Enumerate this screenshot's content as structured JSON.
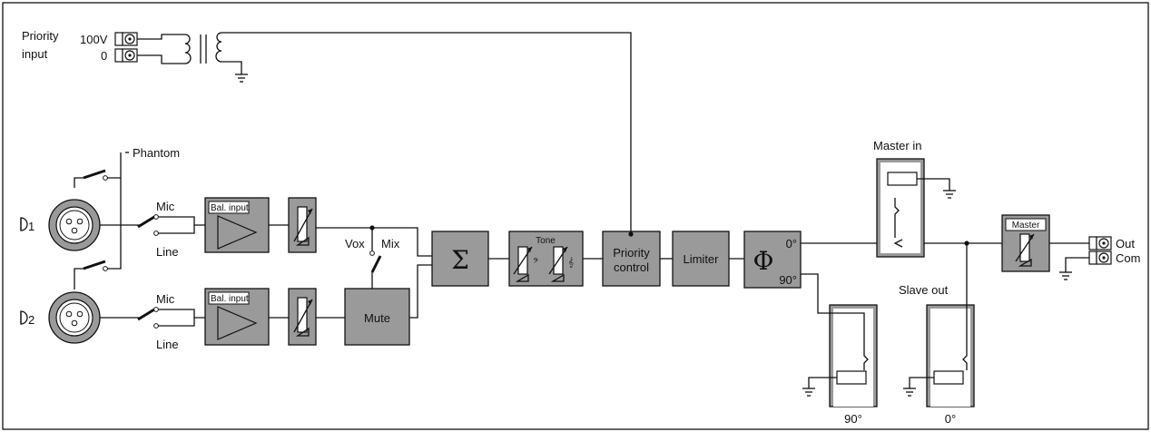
{
  "priority": {
    "title_line1": "Priority",
    "title_line2": "input",
    "terminal_hi": "100V",
    "terminal_lo": "0"
  },
  "phantom": "Phantom",
  "inputs": [
    {
      "number": "1",
      "mic": "Mic",
      "line": "Line",
      "bal_input": "Bal. input"
    },
    {
      "number": "2",
      "mic": "Mic",
      "line": "Line",
      "bal_input": "Bal. input"
    }
  ],
  "vox": "Vox",
  "mix": "Mix",
  "mute": "Mute",
  "sigma": "Σ",
  "tone": "Tone",
  "priority_control": {
    "line1": "Priority",
    "line2": "control"
  },
  "limiter": "Limiter",
  "phase": {
    "symbol": "Φ",
    "out0": "0°",
    "out90": "90°"
  },
  "master_in": "Master in",
  "slave_out": {
    "title": "Slave out",
    "ch90": "90°",
    "ch0": "0°"
  },
  "master": "Master",
  "outputs": {
    "out": "Out",
    "com": "Com"
  }
}
